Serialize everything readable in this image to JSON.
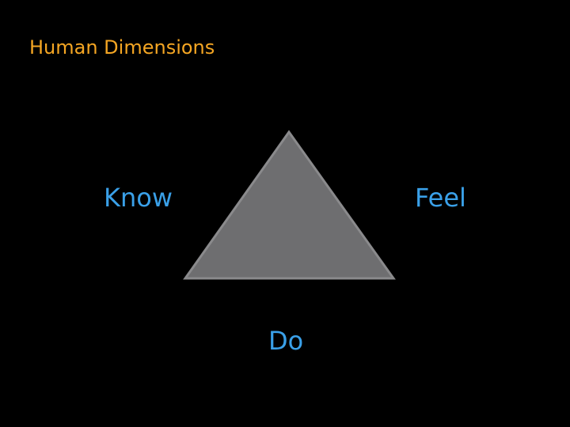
{
  "slide": {
    "title": "Human Dimensions",
    "labels": {
      "know": "Know",
      "feel": "Feel",
      "do": "Do"
    }
  },
  "colors": {
    "background": "#000000",
    "title": "#F5A623",
    "label": "#3AA0E8",
    "triangle_fill": "#6E6E70",
    "triangle_stroke": "#8A8A8C"
  }
}
